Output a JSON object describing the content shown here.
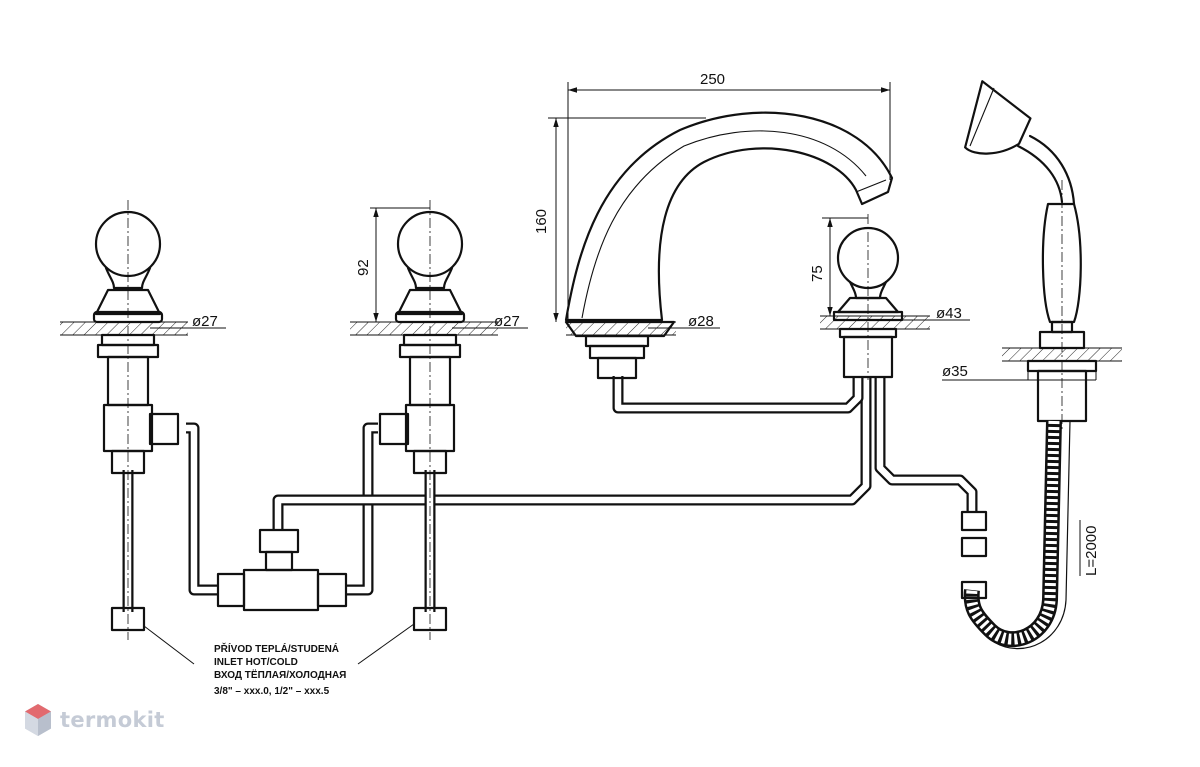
{
  "dimensions": {
    "spout_width": "250",
    "spout_height": "160",
    "handle_height": "92",
    "diverter_height": "75",
    "dia_left_valve": "ø27",
    "dia_mid_valve": "ø27",
    "dia_spout": "ø28",
    "dia_diverter": "ø43",
    "dia_handshower": "ø35",
    "hose_length": "L=2000"
  },
  "note": {
    "line1": "PŘÍVOD TEPLÁ/STUDENÁ",
    "line2": "INLET HOT/COLD",
    "line3": "ВХОД ТЁПЛАЯ/ХОЛОДНАЯ",
    "line4": "3/8\" – xxx.0, 1/2\" – xxx.5"
  },
  "brand": {
    "name": "termokit",
    "color": "#c5cbd6",
    "icon": "hexagon-logo-icon"
  }
}
